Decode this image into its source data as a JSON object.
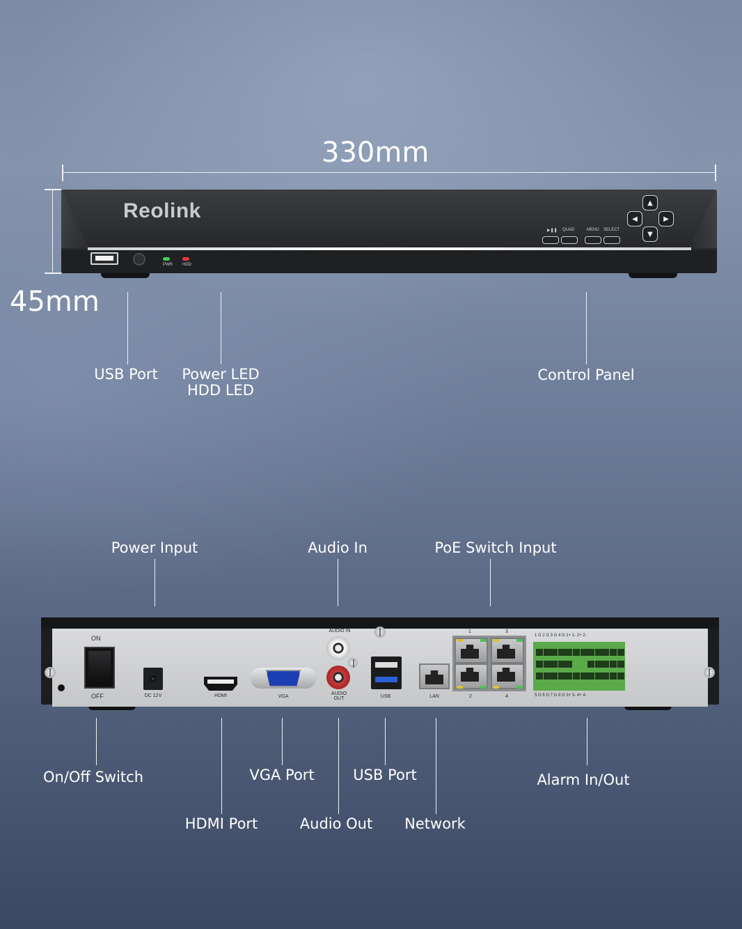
{
  "dimensions": {
    "width_label": "330mm",
    "height_label": "45mm"
  },
  "front_device": {
    "brand": "Reolink",
    "led_labels": [
      "PWR",
      "HDD"
    ],
    "control_labels": [
      "▶❚❚",
      "QUAD",
      "MENU",
      "SELECT"
    ],
    "led_colors": {
      "power": "#3ecf5a",
      "hdd": "#e23a3a"
    }
  },
  "front_callouts": {
    "usb_port": "USB Port",
    "power_led": "Power LED",
    "hdd_led": "HDD LED",
    "control_panel": "Control Panel"
  },
  "rear_device": {
    "switch_on": "ON",
    "switch_off": "OFF",
    "dc": "DC  12V",
    "hdmi": "HDMI",
    "vga": "VGA",
    "audio_in": "AUDIO   IN",
    "audio_out_1": "AUDIO",
    "audio_out_2": "OUT",
    "usb": "USB",
    "lan": "LAN",
    "poe_top": [
      "1",
      "3"
    ],
    "poe_bottom": [
      "2",
      "4"
    ],
    "alarm_top": "1  G  2  G  3  G  4  G  1+  1-  2+  2-",
    "alarm_bottom": "5  G  6  G  7  G  8  G  3+  3-  4+  4-"
  },
  "rear_callouts": {
    "power_input": "Power Input",
    "audio_in": "Audio In",
    "poe_switch_input": "PoE Switch Input",
    "on_off_switch": "On/Off Switch",
    "hdmi_port": "HDMI Port",
    "vga_port": "VGA Port",
    "audio_out": "Audio Out",
    "usb_port": "USB Port",
    "network": "Network",
    "alarm_in_out": "Alarm In/Out"
  }
}
